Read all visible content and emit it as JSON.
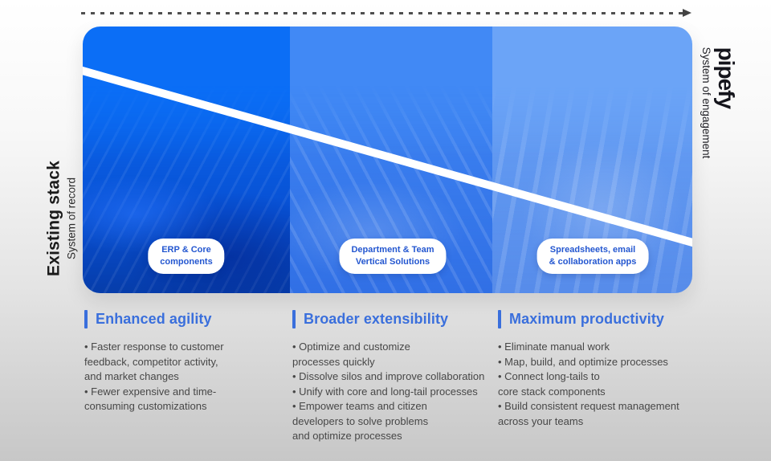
{
  "meta": {
    "description": "Pipefy slide comparing existing stack (system of record) to Pipefy (system of engagement)",
    "accent_color": "#3a6fdc",
    "pill_text_color": "#2457d0",
    "arrow_color": "#4f4f4f",
    "diagonal_line_color": "#ffffff"
  },
  "left_axis": {
    "title": "Existing stack",
    "subtitle": "System of record"
  },
  "right_axis": {
    "brand": "pipefy",
    "subtitle": "System of engagement"
  },
  "panel": {
    "columns": [
      {
        "color": "#0b6ef6",
        "pill": {
          "line1": "ERP & Core",
          "line2": "components"
        }
      },
      {
        "color": "#4189f5",
        "pill": {
          "line1": "Department & Team",
          "line2": "Vertical Solutions"
        }
      },
      {
        "color": "#6ba4f7",
        "pill": {
          "line1": "Spreadsheets, email",
          "line2": "& collaboration apps"
        }
      }
    ]
  },
  "sections": [
    {
      "title": "Enhanced agility",
      "lines": [
        "• Faster response to customer",
        "feedback, competitor activity,",
        "and market changes",
        "• Fewer expensive and time-",
        "consuming customizations"
      ]
    },
    {
      "title": "Broader extensibility",
      "lines": [
        "• Optimize and customize",
        "processes quickly",
        "• Dissolve silos and improve collaboration",
        "• Unify with core and long-tail processes",
        "• Empower teams and citizen",
        "developers to solve problems",
        "and optimize processes"
      ]
    },
    {
      "title": "Maximum productivity",
      "lines": [
        "• Eliminate manual work",
        "• Map, build, and optimize processes",
        "• Connect long-tails to",
        "core stack components",
        "• Build consistent request management",
        "across your teams"
      ]
    }
  ]
}
